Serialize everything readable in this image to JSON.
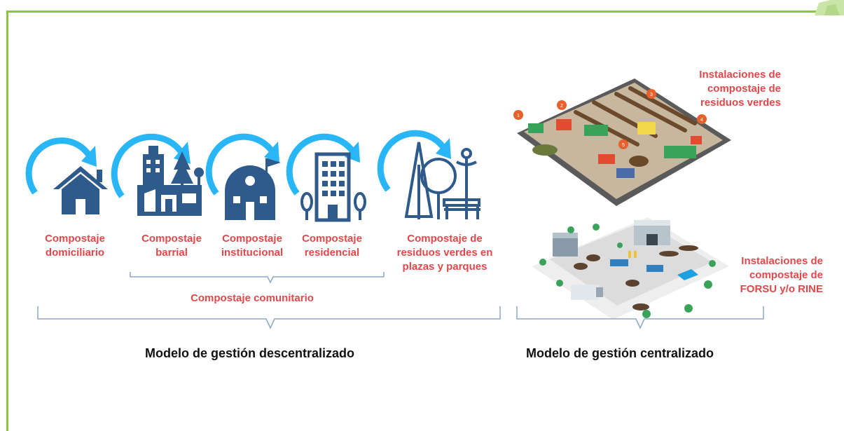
{
  "colors": {
    "arrow": "#29b6f6",
    "icon": "#2f5a8c",
    "label": "#e0484a",
    "border": "#8cc63f",
    "text": "#111111"
  },
  "icons": [
    "house-icon",
    "neighborhood-icon",
    "institution-icon",
    "residential-building-icon",
    "park-icon"
  ],
  "labels": {
    "domiciliario": "Compostaje\ndomiciliario",
    "barrial": "Compostaje\nbarrial",
    "institucional": "Compostaje\ninstitucional",
    "residencial": "Compostaje\nresidencial",
    "plazas": "Compostaje de\nresiduos verdes en\nplazas y parques",
    "comunitario": "Compostaje comunitario",
    "verdes": "Instalaciones de\ncompostaje de\nresiduos verdes",
    "forsu": "Instalaciones de\ncompostaje de\nFORSU y/o RINE"
  },
  "models": {
    "descentralizado": "Modelo de gestión descentralizado",
    "centralizado": "Modelo de gestión centralizado"
  },
  "illustration_numbers": [
    "1",
    "2",
    "3",
    "4",
    "5"
  ]
}
